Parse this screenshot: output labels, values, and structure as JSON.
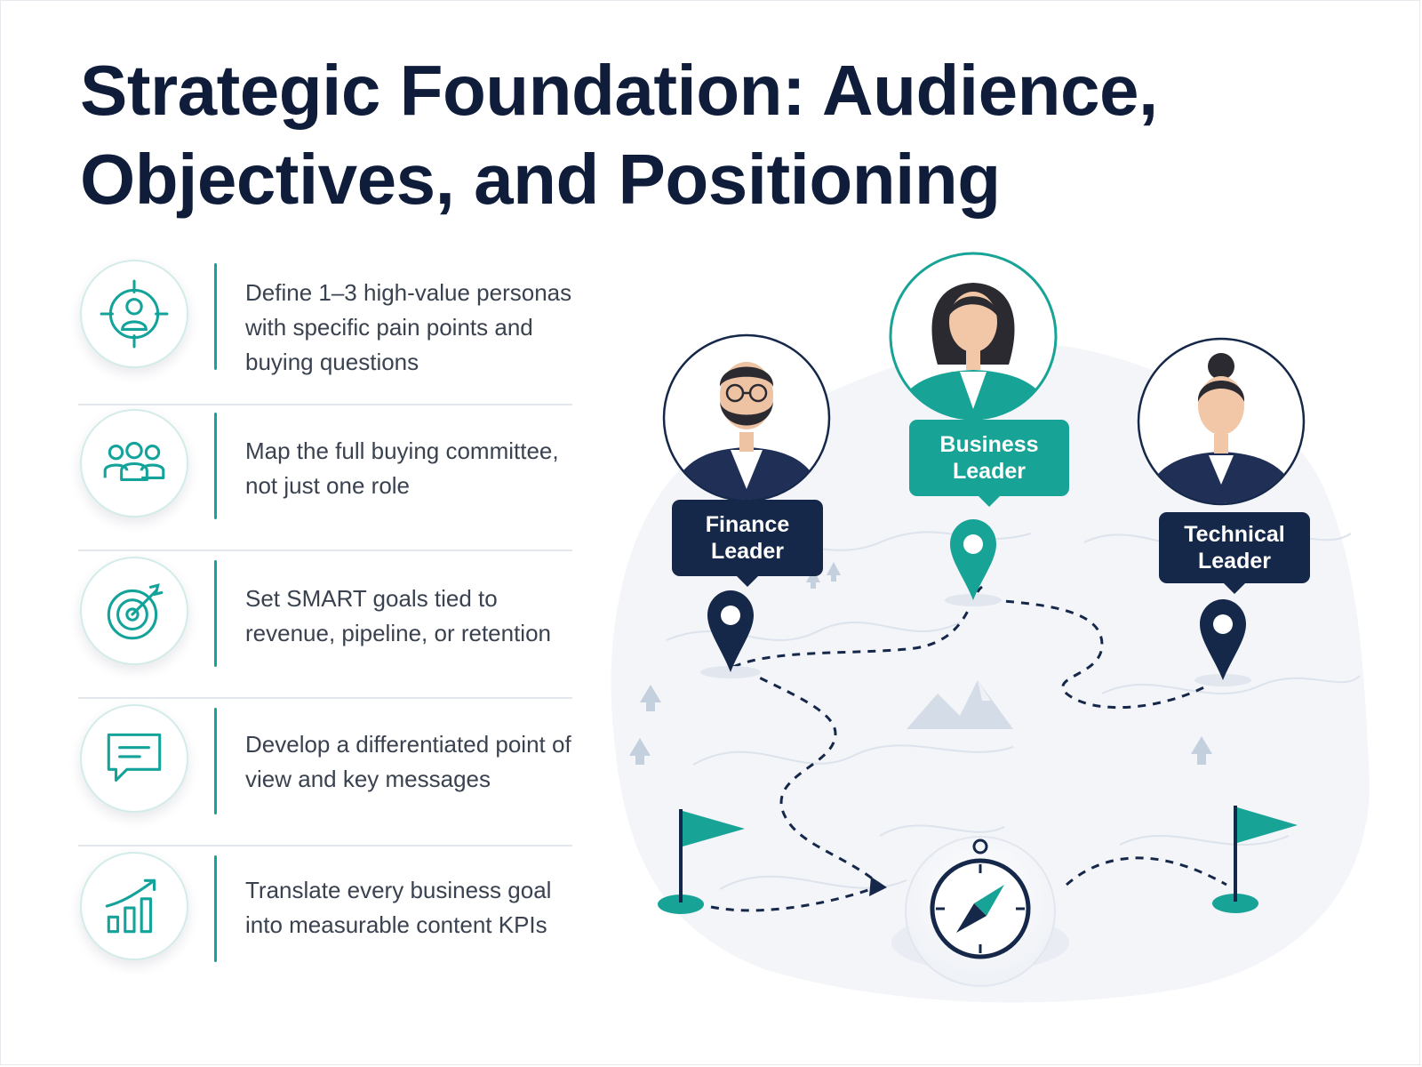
{
  "title": {
    "line1": "Strategic Foundation: Audience,",
    "line2": "Objectives, and Positioning"
  },
  "items": [
    {
      "icon": "target-person-icon",
      "text": "Define 1–3 high-value personas with specific pain points and buying questions"
    },
    {
      "icon": "group-icon",
      "text": "Map the full buying committee, not just one role"
    },
    {
      "icon": "bullseye-arrow-icon",
      "text": "Set SMART goals tied to revenue, pipeline, or retention"
    },
    {
      "icon": "chat-bubble-icon",
      "text": "Develop a differentiated point of view and key messages"
    },
    {
      "icon": "growth-chart-icon",
      "text": "Translate every business goal into measurable content KPIs"
    }
  ],
  "personas": [
    {
      "label": "Finance Leader",
      "icon": "finance-leader-avatar"
    },
    {
      "label": "Business Leader",
      "icon": "business-leader-avatar"
    },
    {
      "label": "Technical Leader",
      "icon": "technical-leader-avatar"
    }
  ],
  "colors": {
    "navy": "#16284a",
    "teal": "#18a397",
    "title": "#0f1d3a",
    "body_text": "#3a4250"
  }
}
